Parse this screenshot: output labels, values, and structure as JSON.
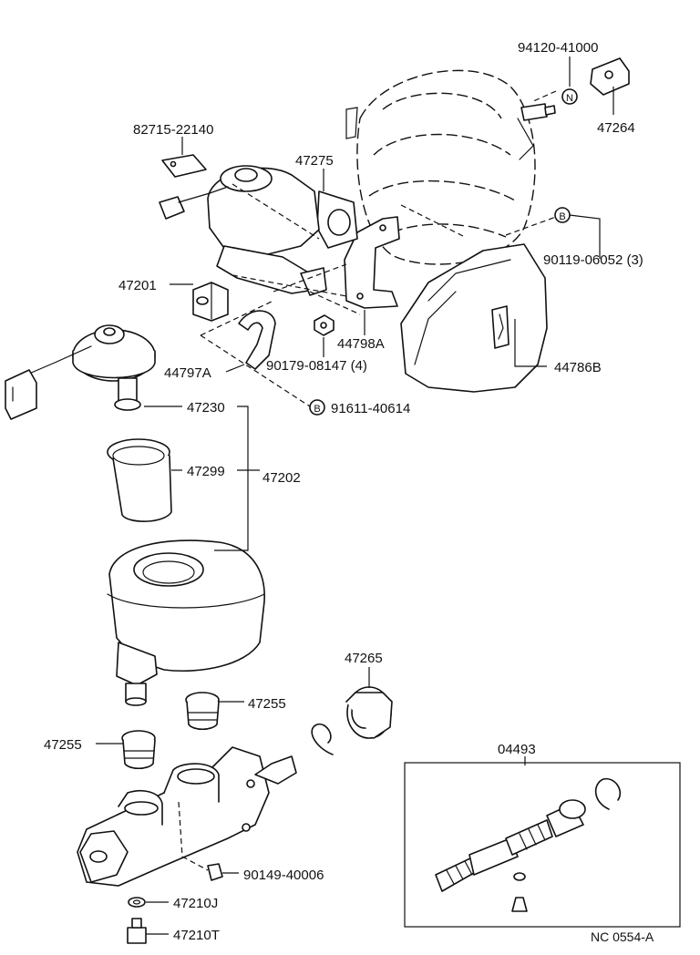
{
  "diagram": {
    "labels": {
      "p94120": "94120-41000",
      "p47264": "47264",
      "p82715": "82715-22140",
      "p47275": "47275",
      "p90119": "90119-06052 (3)",
      "p47201": "47201",
      "p44798A": "44798A",
      "p44797A": "44797A",
      "p90179": "90179-08147 (4)",
      "p44786B": "44786B",
      "p91611": "91611-40614",
      "p47230": "47230",
      "p47299": "47299",
      "p47202": "47202",
      "p47265": "47265",
      "p47255a": "47255",
      "p47255b": "47255",
      "p04493": "04493",
      "p90149": "90149-40006",
      "p47210J": "47210J",
      "p47210T": "47210T",
      "ref": "NC 0554-A"
    },
    "markers": {
      "n": "N",
      "b1": "B",
      "b2": "B"
    }
  }
}
